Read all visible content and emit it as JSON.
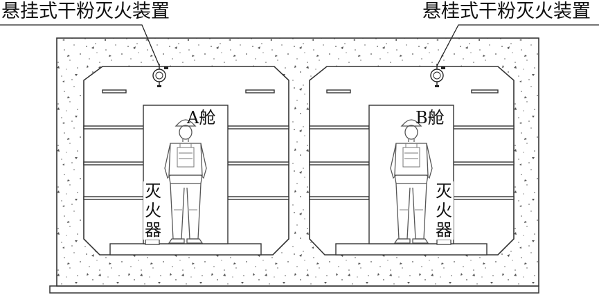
{
  "labels": {
    "left_device": "悬挂式干粉灭火装置",
    "right_device": "悬桂式干粉灭火装置",
    "cabin_a": "A舱",
    "cabin_b": "B舱",
    "extinguisher_a": "灭火器",
    "extinguisher_b": "灭火器"
  },
  "icons": [
    "hanging-dry-powder-extinguisher-icon",
    "worker-figure-icon"
  ],
  "colors": {
    "line": "#333333",
    "concrete_fill": "#ffffff",
    "speckle": "#444444"
  }
}
